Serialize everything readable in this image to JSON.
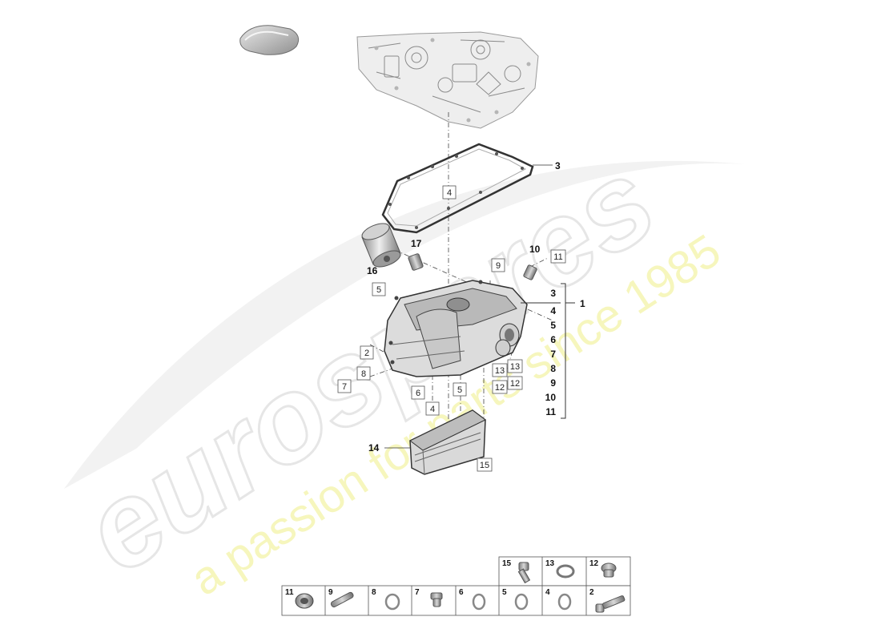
{
  "watermark": {
    "brand": "eurospares",
    "tagline": "a passion for parts since 1985"
  },
  "callouts": {
    "gasket": "3",
    "oil_filter": "16",
    "filter_bolt": "17",
    "plug_10": "10",
    "sump_assembly": "1",
    "oil_cooler": "14",
    "box_4_top": "4",
    "box_11": "11",
    "box_9": "9",
    "box_5_left": "5",
    "box_2": "2",
    "box_8": "8",
    "box_7": "7",
    "box_6": "6",
    "box_5_bottom": "5",
    "box_4_bottom": "4",
    "box_13a": "13",
    "box_13b": "13",
    "box_12a": "12",
    "box_12b": "12",
    "box_15": "15"
  },
  "assembly_list": [
    "3",
    "4",
    "5",
    "6",
    "7",
    "8",
    "9",
    "10",
    "11"
  ],
  "parts_table": {
    "top_row": [
      "15",
      "13",
      "12"
    ],
    "bottom_row": [
      "11",
      "9",
      "8",
      "7",
      "6",
      "5",
      "4",
      "2"
    ]
  }
}
